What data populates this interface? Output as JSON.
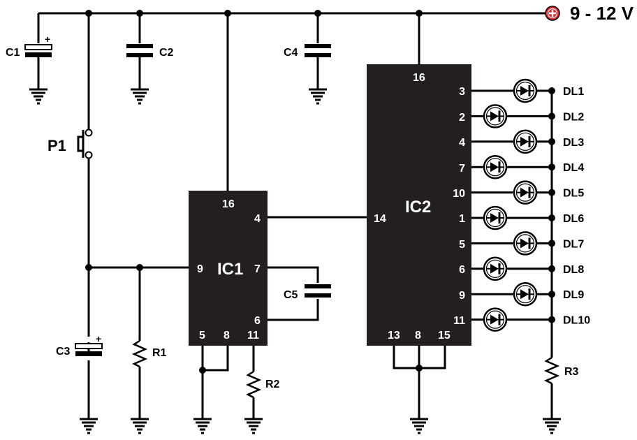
{
  "supply": {
    "label": "9 - 12 V",
    "terminal_color": "#e2242a"
  },
  "components": {
    "c1": "C1",
    "c2": "C2",
    "c3": "C3",
    "c4": "C4",
    "c5": "C5",
    "p1": "P1",
    "r1": "R1",
    "r2": "R2",
    "r3": "R3",
    "plus_sign": "+"
  },
  "ic1": {
    "name": "IC1",
    "pins": {
      "p16": "16",
      "p4": "4",
      "p9": "9",
      "p7": "7",
      "p6": "6",
      "p5": "5",
      "p8": "8",
      "p11": "11"
    }
  },
  "ic2": {
    "name": "IC2",
    "pins": {
      "p16": "16",
      "p14": "14",
      "p13": "13",
      "p8": "8",
      "p15": "15"
    },
    "output_pins": [
      "3",
      "2",
      "4",
      "7",
      "10",
      "1",
      "5",
      "6",
      "9",
      "11"
    ]
  },
  "leds": [
    "DL1",
    "DL2",
    "DL3",
    "DL4",
    "DL5",
    "DL6",
    "DL7",
    "DL8",
    "DL9",
    "DL10"
  ],
  "colors": {
    "ink": "#000000",
    "chip_body": "#231f20",
    "chip_text": "#ffffff"
  }
}
